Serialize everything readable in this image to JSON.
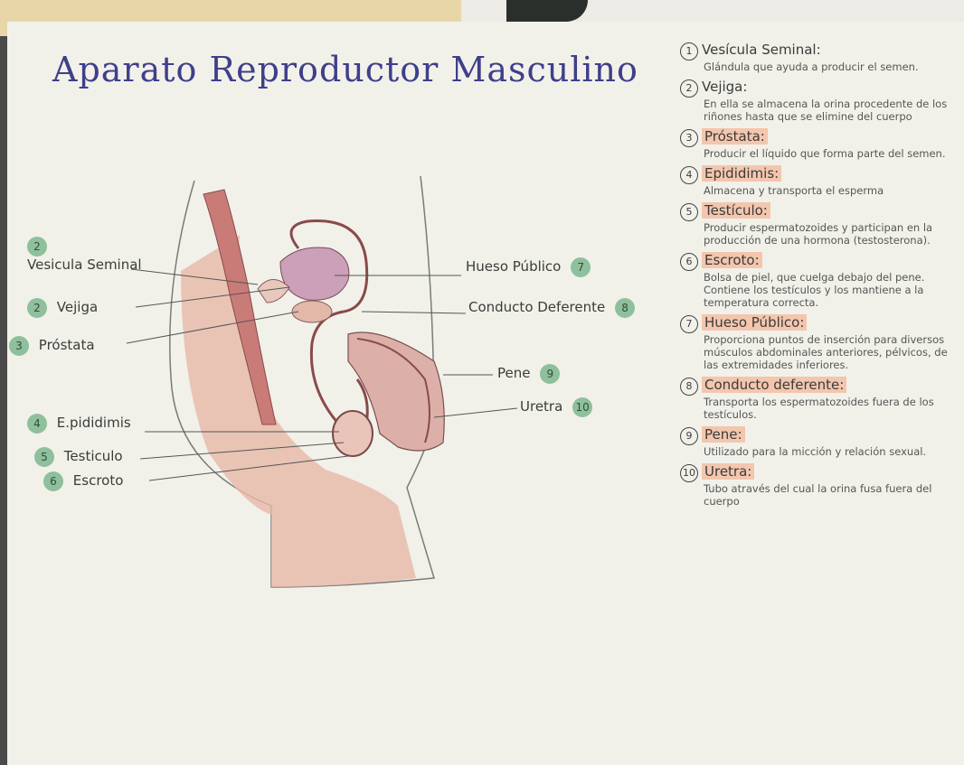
{
  "title": "Aparato Reproductor Masculino",
  "labels_left": [
    {
      "num": "2",
      "text": "Vesicula Seminal"
    },
    {
      "num": "2",
      "text": "Vejiga"
    },
    {
      "num": "3",
      "text": "Próstata"
    },
    {
      "num": "4",
      "text": "E.pididimis"
    },
    {
      "num": "5",
      "text": "Testiculo"
    },
    {
      "num": "6",
      "text": "Escroto"
    }
  ],
  "labels_right": [
    {
      "num": "7",
      "text": "Hueso Público"
    },
    {
      "num": "8",
      "text": "Conducto Deferente"
    },
    {
      "num": "9",
      "text": "Pene"
    },
    {
      "num": "10",
      "text": "Uretra"
    }
  ],
  "notes": [
    {
      "num": "1",
      "head": "Vesícula Seminal:",
      "body": "Glándula que ayuda a producir el semen."
    },
    {
      "num": "2",
      "head": "Vejiga:",
      "body": "En ella se almacena la orina procedente de los riñones hasta que se elimine del cuerpo"
    },
    {
      "num": "3",
      "head": "Próstata:",
      "body": "Producir el líquido que forma parte del semen."
    },
    {
      "num": "4",
      "head": "Epididimis:",
      "body": "Almacena y transporta el esperma"
    },
    {
      "num": "5",
      "head": "Testículo:",
      "body": "Producir espermatozoides y participan en la producción de una hormona (testosterona)."
    },
    {
      "num": "6",
      "head": "Escroto:",
      "body": "Bolsa de piel, que cuelga debajo del pene. Contiene los testículos y los mantiene a la temperatura correcta."
    },
    {
      "num": "7",
      "head": "Hueso Público:",
      "body": "Proporciona puntos de inserción para diversos músculos abdominales anteriores, pélvicos, de las extremidades inferiores."
    },
    {
      "num": "8",
      "head": "Conducto deferente:",
      "body": "Transporta los espermatozoides fuera de los testículos."
    },
    {
      "num": "9",
      "head": "Pene:",
      "body": "Utilizado para la micción y relación sexual."
    },
    {
      "num": "10",
      "head": "Uretra:",
      "body": "Tubo através del cual la orina fusa fuera del cuerpo"
    }
  ],
  "colors": {
    "title": "#3f3f8a",
    "tissue": "#e3b4a6",
    "organ": "#c98c8c",
    "badge": "#8fbf9c",
    "highlight": "#f3c6ad"
  }
}
